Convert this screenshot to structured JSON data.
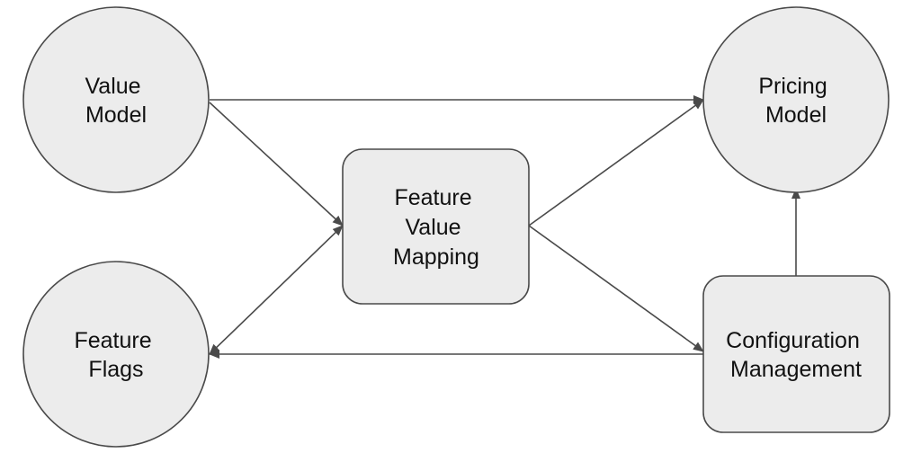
{
  "nodes": {
    "value_model": {
      "lines": [
        "Value",
        "Model"
      ]
    },
    "pricing_model": {
      "lines": [
        "Pricing",
        "Model"
      ]
    },
    "feature_value_mapping": {
      "lines": [
        "Feature",
        "Value",
        "Mapping"
      ]
    },
    "feature_flags": {
      "lines": [
        "Feature",
        "Flags"
      ]
    },
    "configuration_management": {
      "lines": [
        "Configuration",
        "Management"
      ]
    }
  },
  "colors": {
    "node_fill": "#ececec",
    "stroke": "#4a4a4a",
    "text": "#111111",
    "background": "#ffffff"
  }
}
